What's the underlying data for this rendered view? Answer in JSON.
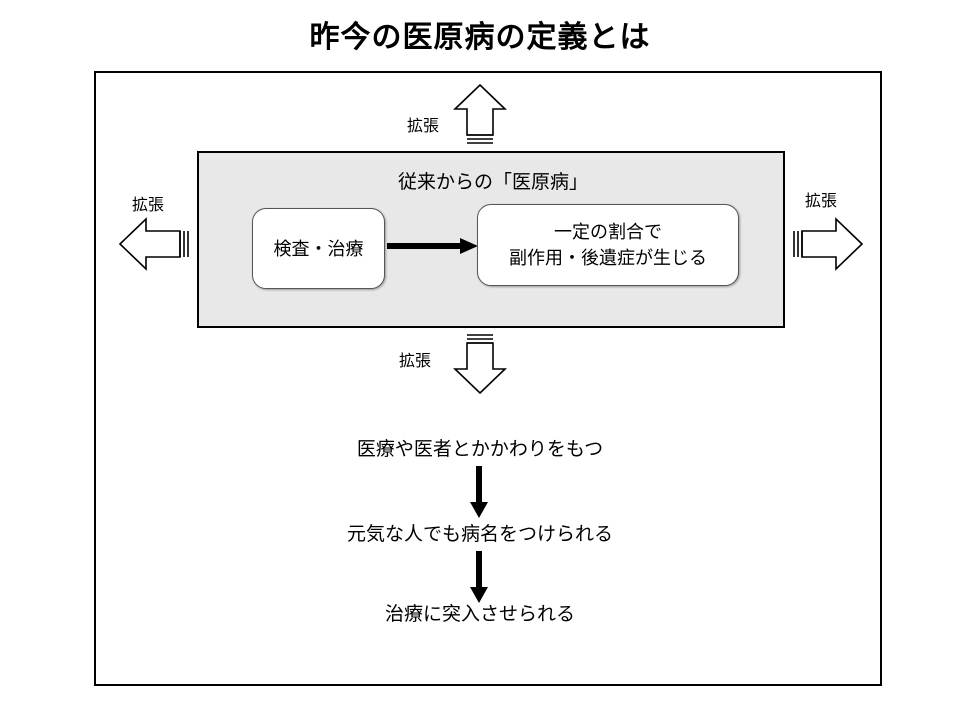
{
  "slide": {
    "title": "昨今の医原病の定義とは",
    "background_color": "#ffffff",
    "frame_border_color": "#000000"
  },
  "legacy_panel": {
    "heading": "従来からの「医原病」",
    "fill_color": "#e8e8e8",
    "border_color": "#000000",
    "nodes": [
      {
        "id": "exam-treatment",
        "label": "検査・治療"
      },
      {
        "id": "side-effects",
        "label": "一定の割合で\n副作用・後遺症が生じる"
      }
    ],
    "connector": {
      "id": "exam-to-effects-arrow",
      "style": "solid",
      "direction": "right",
      "color": "#000000"
    }
  },
  "expansion_arrows": [
    {
      "id": "expansion-up",
      "label": "拡張",
      "direction": "up",
      "style": "hollow-block"
    },
    {
      "id": "expansion-down",
      "label": "拡張",
      "direction": "down",
      "style": "hollow-block"
    },
    {
      "id": "expansion-left",
      "label": "拡張",
      "direction": "left",
      "style": "hollow-block"
    },
    {
      "id": "expansion-right",
      "label": "拡張",
      "direction": "right",
      "style": "hollow-block"
    }
  ],
  "consequence_flow": {
    "steps": [
      {
        "id": "step-1",
        "text": "医療や医者とかかわりをもつ"
      },
      {
        "id": "step-2",
        "text": "元気な人でも病名をつけられる"
      },
      {
        "id": "step-3",
        "text": "治療に突入させられる"
      }
    ],
    "arrow_color": "#000000"
  }
}
